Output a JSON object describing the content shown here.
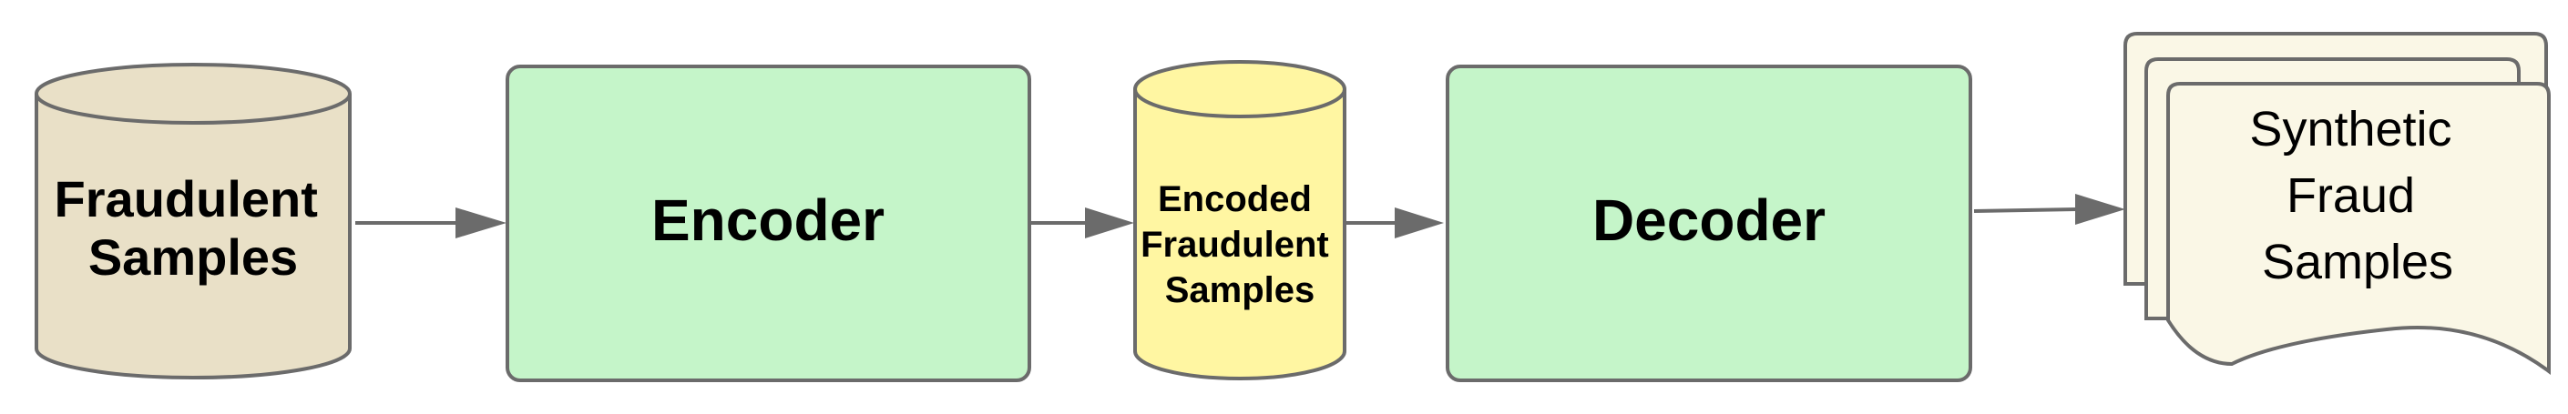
{
  "nodes": {
    "fraudulent_samples": {
      "lines": [
        "Fraudulent",
        "Samples"
      ],
      "color": "#e9e0c7"
    },
    "encoder": {
      "label": "Encoder",
      "color": "#c5f5c9"
    },
    "encoded_samples": {
      "lines": [
        "Encoded",
        "Fraudulent",
        "Samples"
      ],
      "color": "#fff6a2"
    },
    "decoder": {
      "label": "Decoder",
      "color": "#c5f5c9"
    },
    "synthetic_samples": {
      "lines": [
        "Synthetic",
        "Fraud",
        "Samples"
      ],
      "color": "#faf7e6"
    }
  },
  "colors": {
    "stroke": "#6b6b6b",
    "arrow": "#6b6b6b",
    "text": "#000000"
  }
}
